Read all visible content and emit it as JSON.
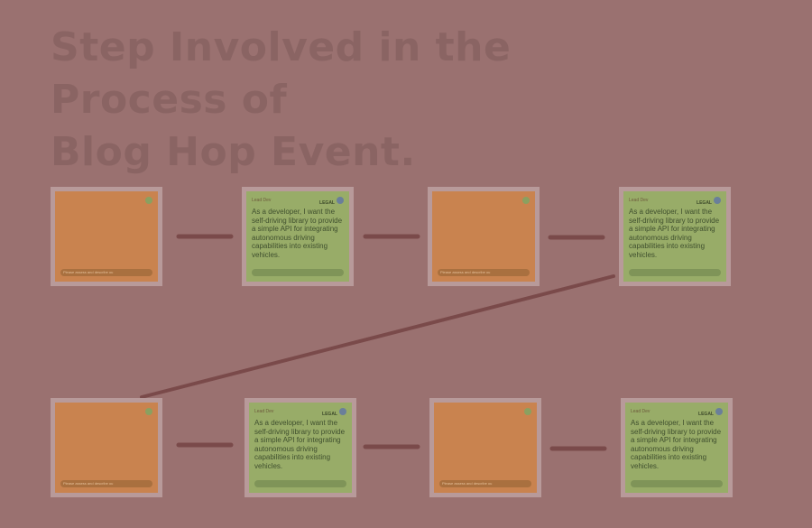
{
  "title": {
    "line1": "Step Involved in the",
    "line2": "Process of",
    "line3": "Blog Hop Event."
  },
  "colors": {
    "background": "#9a7170",
    "orange_note": "#c9834f",
    "green_note": "#98ac68",
    "connector": "#7a4a4a"
  },
  "cards": [
    {
      "variant": "orange",
      "author": "",
      "tag": "",
      "text": "",
      "footer": "Please assess and describe ou"
    },
    {
      "variant": "green",
      "author": "Lead Dev",
      "tag": "LEGAL",
      "text": "As a developer, I want the self-driving library to provide a simple API for integrating autonomous driving capabilities into existing vehicles."
    },
    {
      "variant": "orange",
      "author": "",
      "tag": "",
      "text": "",
      "footer": "Please assess and describe ou"
    },
    {
      "variant": "green",
      "author": "Lead Dev",
      "tag": "LEGAL",
      "text": "As a developer, I want the self-driving library to provide a simple API for integrating autonomous driving capabilities into existing vehicles."
    },
    {
      "variant": "orange",
      "author": "",
      "tag": "",
      "text": "",
      "footer": "Please assess and describe ou"
    },
    {
      "variant": "green",
      "author": "Lead Dev",
      "tag": "LEGAL",
      "text": "As a developer, I want the self-driving library to provide a simple API for integrating autonomous driving capabilities into existing vehicles."
    },
    {
      "variant": "orange",
      "author": "",
      "tag": "",
      "text": "",
      "footer": "Please assess and describe ou"
    },
    {
      "variant": "green",
      "author": "Lead Dev",
      "tag": "LEGAL",
      "text": "As a developer, I want the self-driving library to provide a simple API for integrating autonomous driving capabilities into existing vehicles."
    }
  ]
}
